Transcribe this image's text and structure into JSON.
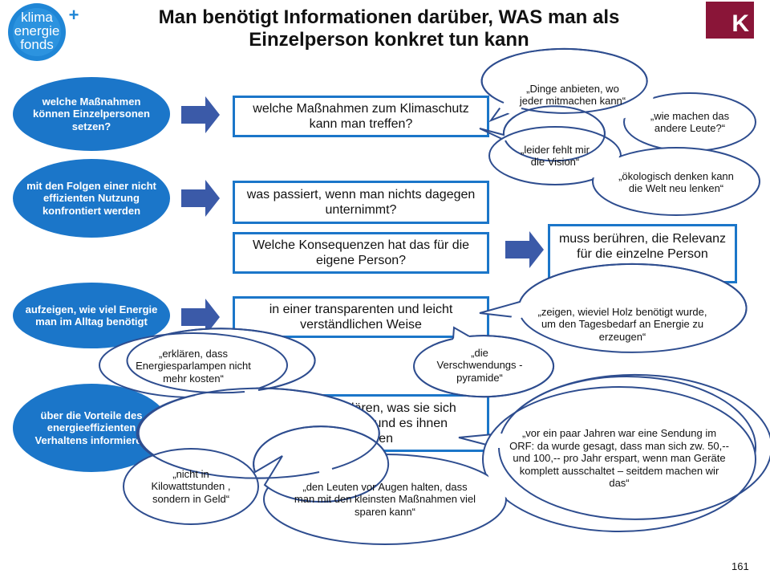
{
  "logo": {
    "line1": "klima",
    "line2": "energie",
    "line3": "fonds",
    "plus": "+"
  },
  "corner_logo": {
    "letter": "K"
  },
  "title": "Man benötigt Informationen darüber, WAS man als Einzelperson konkret tun kann",
  "ovals": [
    "welche Maßnahmen können Einzelpersonen setzen?",
    "mit den Folgen einer nicht effizienten Nutzung konfrontiert werden",
    "aufzeigen, wie viel Energie man im Alltag benötigt",
    "über die Vorteile des energieeffizienten Verhaltens informieren"
  ],
  "boxes": [
    "welche Maßnahmen zum Klimaschutz kann man treffen?",
    "was passiert, wenn man nichts dagegen unternimmt?",
    "Welche Konsequenzen hat das für die eigene Person?",
    "muss berühren, die Relevanz für die einzelne Person erklären",
    "in einer transparenten und leicht verständlichen Weise",
    "den Leuten erklären, was sie sich ersparen können und es ihnen vorrechnen"
  ],
  "bubbles": [
    "„Dinge anbieten, wo jeder mitmachen kann“",
    "„wie machen das andere Leute?“",
    "„leider fehlt mir die Vision“",
    "„ökologisch denken kann die Welt neu lenken“",
    "„zeigen, wieviel Holz benötigt wurde, um den Tagesbedarf an Energie zu erzeugen“",
    "„erklären, dass Energiesparlampen nicht mehr kosten“",
    "„die Verschwendungs -pyramide“",
    "„vor ein paar Jahren war eine Sendung im ORF: da wurde gesagt, dass man sich zw. 50,-- und 100,-- pro Jahr erspart, wenn man Geräte komplett ausschaltet – seitdem machen wir das“",
    "„nicht in Kilowattstunden , sondern in Geld“",
    "„den Leuten vor Augen halten, dass man mit den kleinsten Maßnahmen viel sparen kann“"
  ],
  "page_number": "161",
  "colors": {
    "blue": "#1b76c9",
    "arrow": "#3b5aa8",
    "bubble_border": "#2e4d8f",
    "brand": "#8a1538"
  }
}
